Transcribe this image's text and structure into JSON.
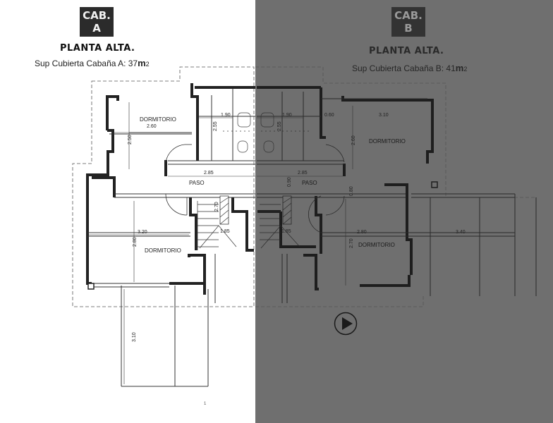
{
  "cabin_a": {
    "badge_line1": "CAB.",
    "badge_line2": "A",
    "title": "PLANTA ALTA.",
    "subtitle_prefix": "Sup Cubierta Cabaña A: 37",
    "subtitle_unit": "m",
    "subtitle_sup": "2"
  },
  "cabin_b": {
    "badge_line1": "CAB.",
    "badge_line2": "B",
    "title": "PLANTA ALTA.",
    "subtitle_prefix": "Sup Cubierta Cabaña B: 41",
    "subtitle_unit": "m",
    "subtitle_sup": "2"
  },
  "rooms": {
    "dorm_a_top": "DORMITORIO",
    "dorm_a_bottom": "DORMITORIO",
    "paso_a": "PASO",
    "paso_b": "PASO",
    "dorm_b_top": "DORMITORIO",
    "dorm_b_bottom": "DORMITORIO"
  },
  "dimensions": {
    "a_260": "2.60",
    "a_250": "2.50",
    "a_190": "1.90",
    "a_255": "2.55",
    "a_285": "2.85",
    "a_320": "3.20",
    "a_280": "2.80",
    "a_270": "2.70",
    "a_185": "1.85",
    "a_310": "3.10",
    "b_190": "1.90",
    "b_255": "2.55",
    "b_060": "0.60",
    "b_310": "3.10",
    "b_260": "2.60",
    "b_285": "2.85",
    "b_090": "0.90",
    "b_080": "0.80",
    "b_185": "1.85",
    "b_280": "2.80",
    "b_340": "3.40",
    "b_270": "2.70"
  },
  "colors": {
    "right_overlay": "#6f6f6f",
    "wall": "#222222",
    "badge_a": "#2b2b2b"
  },
  "page_number": "1"
}
